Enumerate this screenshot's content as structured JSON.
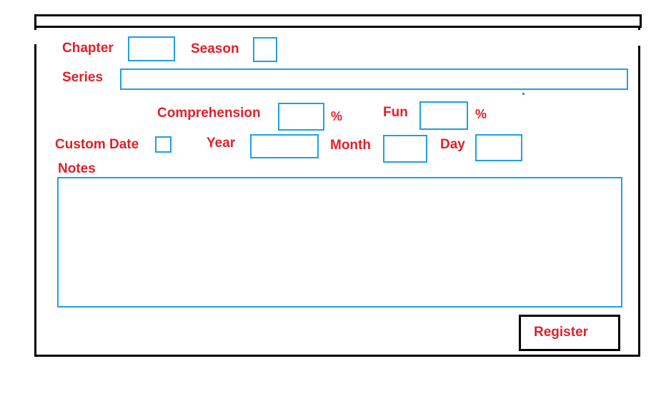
{
  "form": {
    "chapter_label": "Chapter",
    "season_label": "Season",
    "series_label": "Series",
    "comprehension_label": "Comprehension",
    "comprehension_unit": "%",
    "fun_label": "Fun",
    "fun_unit": "%",
    "custom_date_label": "Custom Date",
    "year_label": "Year",
    "month_label": "Month",
    "day_label": "Day",
    "notes_label": "Notes",
    "register_label": "Register"
  },
  "colors": {
    "label": "#e0202a",
    "field_border": "#1fa0df",
    "frame": "#000000"
  }
}
